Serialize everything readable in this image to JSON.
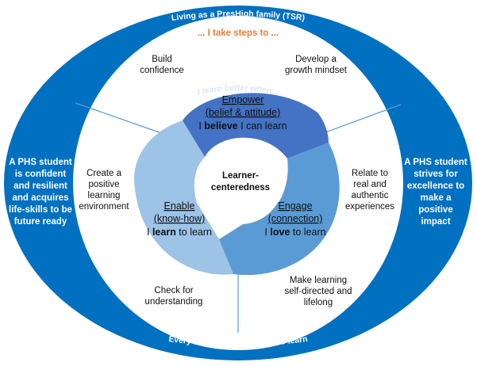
{
  "outer_ring": {
    "top_label": "Living as a PresHigh family (TSR)",
    "bottom_label": "Every student has the right to learn",
    "left_statement": [
      "A PHS student",
      "is confident",
      "and resilient",
      "and acquires",
      "life-skills to be",
      "future ready"
    ],
    "right_statement": [
      "A PHS student",
      "strives for",
      "excellence to",
      "make a",
      "positive",
      "impact"
    ]
  },
  "steps_heading": "... I take steps to ...",
  "steps": [
    {
      "id": "build-confidence",
      "lines": [
        "Build",
        "confidence"
      ]
    },
    {
      "id": "growth-mindset",
      "lines": [
        "Develop a",
        "growth mindset"
      ]
    },
    {
      "id": "positive-environment",
      "lines": [
        "Create a",
        "positive",
        "learning",
        "environment"
      ]
    },
    {
      "id": "relate-real",
      "lines": [
        "Relate to",
        "real and",
        "authentic",
        "experiences"
      ]
    },
    {
      "id": "check-understanding",
      "lines": [
        "Check for",
        "understanding"
      ]
    },
    {
      "id": "self-directed",
      "lines": [
        "Make learning",
        "self-directed and",
        "lifelong"
      ]
    }
  ],
  "inner_heading": "I learn better when...",
  "segments": [
    {
      "id": "empower",
      "title": "Empower",
      "subtitle": "(belief & attitude)",
      "pre": "I ",
      "bold": "believe",
      "post": " I can learn",
      "color": "#4472c4"
    },
    {
      "id": "enable",
      "title": "Enable",
      "subtitle": "(know-how)",
      "pre": "I ",
      "bold": "learn",
      "post": " to learn",
      "color": "#9dc3e6"
    },
    {
      "id": "engage",
      "title": "Engage",
      "subtitle": "(connection)",
      "pre": "I ",
      "bold": "love",
      "post": " to learn",
      "color": "#5b9bd5"
    }
  ],
  "center_lines": [
    "Learner-",
    "centeredness"
  ],
  "colors": {
    "ring": "#0070c0",
    "accent": "#ed7d31",
    "divider": "#5b9bd5"
  }
}
